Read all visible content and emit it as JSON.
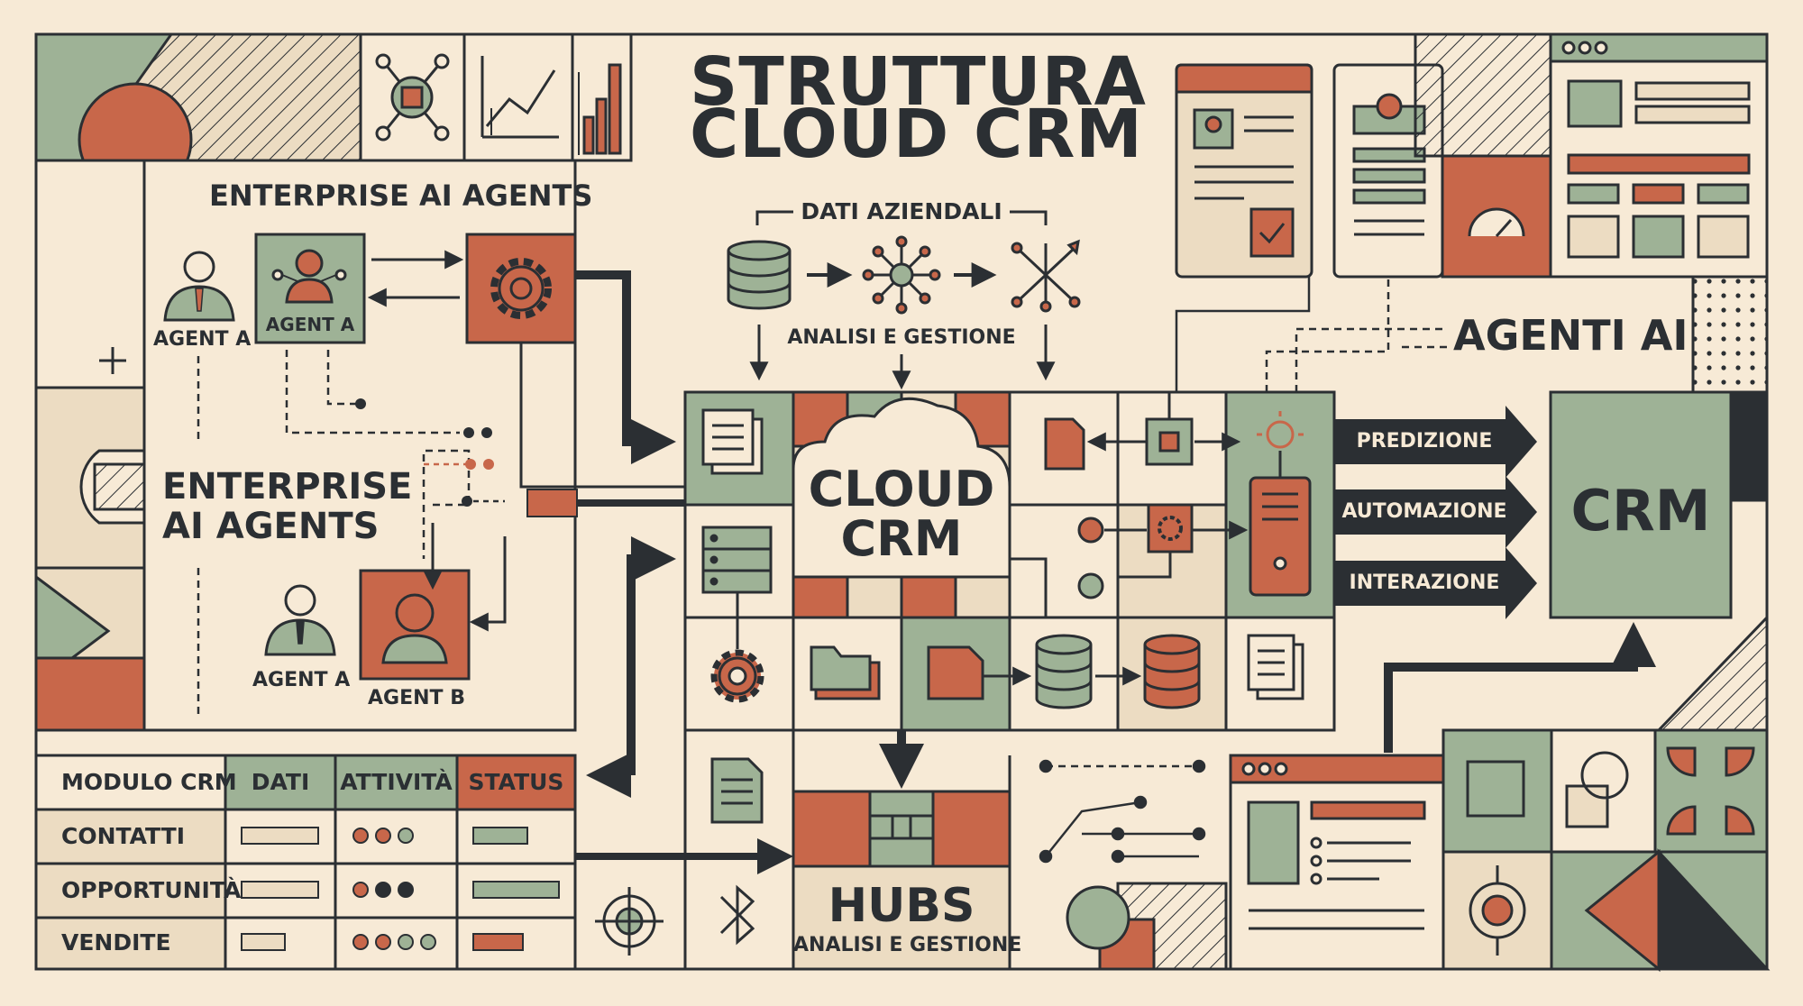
{
  "title": {
    "line1": "STRUTTURA",
    "line2": "CLOUD CRM"
  },
  "left_panel": {
    "heading": "ENTERPRISE AI AGENTS",
    "side_heading_line1": "ENTERPRISE",
    "side_heading_line2": "AI AGENTS",
    "agents": [
      {
        "label": "AGENT A"
      },
      {
        "label": "AGENT A"
      },
      {
        "label": "AGENT A"
      },
      {
        "label": "AGENT B"
      }
    ]
  },
  "pipeline": {
    "top_label": "DATI AZIENDALI",
    "bottom_label": "ANALISI E GESTIONE"
  },
  "cloud": {
    "line1": "CLOUD",
    "line2": "CRM"
  },
  "agenti_ai": "AGENTI AI",
  "crm": "CRM",
  "outputs": [
    "PREDIZIONE",
    "AUTOMAZIONE",
    "INTERAZIONE"
  ],
  "hubs": {
    "title": "HUBS",
    "subtitle": "ANALISI E GESTIONE"
  },
  "table": {
    "headers": [
      "MODULO CRM",
      "DATI",
      "ATTIVITÀ",
      "STATUS"
    ],
    "rows": [
      {
        "name": "CONTATTI"
      },
      {
        "name": "OPPORTUNITÀ"
      },
      {
        "name": "VENDITE"
      }
    ]
  },
  "colors": {
    "background": "#f7ead6",
    "ink": "#2b2f33",
    "terracotta": "#c8674a",
    "sage": "#9eb296",
    "sand": "#ecdcc2"
  },
  "icons": [
    "user-icon",
    "agent-group-icon",
    "gear-icon",
    "database-icon",
    "network-icon",
    "document-icon",
    "server-icon",
    "folder-icon",
    "computer-tower-icon",
    "bluetooth-icon",
    "target-icon",
    "gauge-icon"
  ]
}
